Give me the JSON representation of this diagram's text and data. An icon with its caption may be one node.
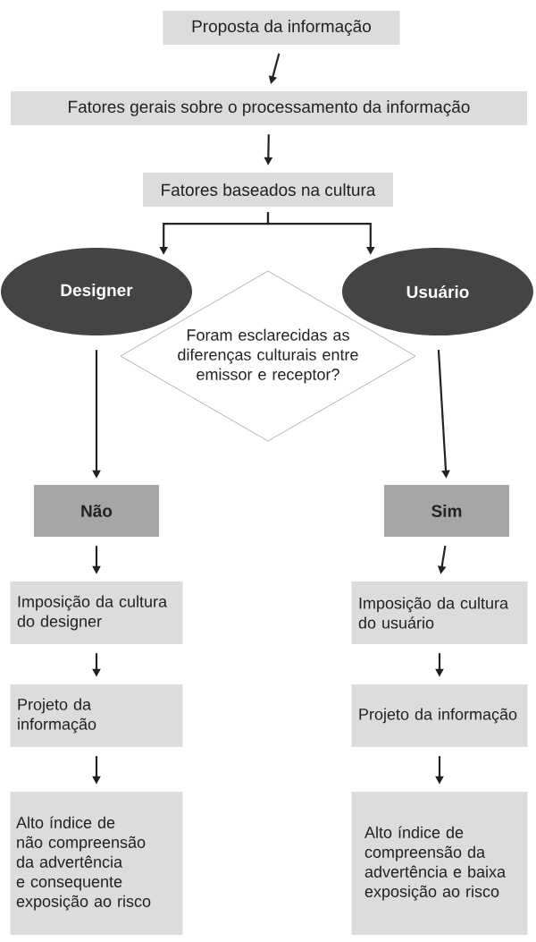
{
  "diagram": {
    "nodes": [
      {
        "text": [
          "Proposta da informação"
        ]
      },
      {
        "text": [
          "Fatores gerais sobre o processamento da informação"
        ]
      },
      {
        "text": [
          "Fatores baseados na cultura"
        ]
      },
      {
        "text": [
          "Designer"
        ]
      },
      {
        "text": [
          "Usuário"
        ]
      },
      {
        "text": [
          "Foram esclarecidas as diferenças culturais entre emissor e receptor?"
        ]
      },
      {
        "text": [
          "Não"
        ]
      },
      {
        "text": [
          "Sim"
        ]
      },
      {
        "text": [
          "Imposição da cultura do designer"
        ]
      },
      {
        "text": [
          "Imposição da cultura do usuário"
        ]
      },
      {
        "text": [
          "Projeto da informação"
        ]
      },
      {
        "text": [
          "Projeto da informação"
        ]
      },
      {
        "text": [
          "Alto índice de não compreensão da advertência e consequente exposição ao risco"
        ]
      },
      {
        "text": [
          "Alto índice de compreensão da advertência e baixa exposição ao risco"
        ]
      }
    ],
    "edges": [
      {
        "from": 0,
        "to": 1,
        "arrow": "to"
      },
      {
        "from": 1,
        "to": 2,
        "arrow": "to"
      },
      {
        "from": 2,
        "to": 3,
        "arrow": "to"
      },
      {
        "from": 2,
        "to": 4,
        "arrow": "to"
      },
      {
        "from": 3,
        "to": 6,
        "arrow": "to"
      },
      {
        "from": 4,
        "to": 7,
        "arrow": "to"
      },
      {
        "from": 6,
        "to": 8,
        "arrow": "to"
      },
      {
        "from": 8,
        "to": 10,
        "arrow": "to"
      },
      {
        "from": 10,
        "to": 12,
        "arrow": "to"
      },
      {
        "from": 7,
        "to": 9,
        "arrow": "to"
      },
      {
        "from": 9,
        "to": 11,
        "arrow": "to"
      },
      {
        "from": 11,
        "to": 13,
        "arrow": "to"
      }
    ]
  }
}
